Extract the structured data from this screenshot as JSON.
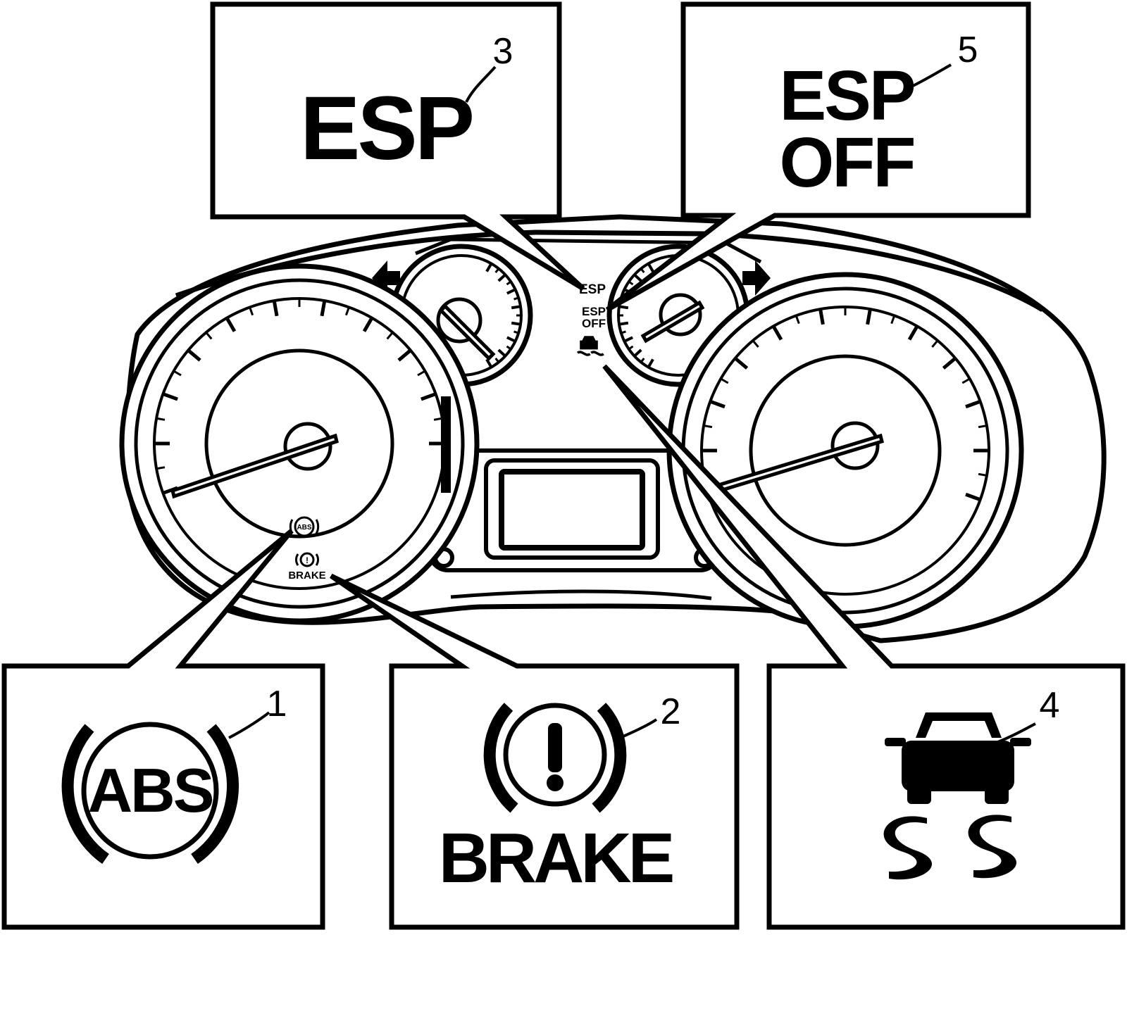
{
  "callouts": {
    "esp": {
      "number": "3",
      "label": "ESP"
    },
    "esp_off": {
      "number": "5",
      "line1": "ESP",
      "line2": "OFF"
    },
    "abs": {
      "number": "1",
      "label": "ABS"
    },
    "brake": {
      "number": "2",
      "label": "BRAKE",
      "symbol": "!"
    },
    "traction": {
      "number": "4"
    }
  },
  "cluster": {
    "esp_label": "ESP",
    "esp_off_line1": "ESP",
    "esp_off_line2": "OFF",
    "abs_label": "ABS",
    "brake_label": "BRAKE",
    "brake_symbol": "!"
  },
  "icons": [
    "abs-warning-icon",
    "brake-warning-icon",
    "traction-control-icon",
    "turn-left-arrow-icon",
    "turn-right-arrow-icon"
  ],
  "colors": {
    "ink": "#000000",
    "paper": "#ffffff"
  }
}
